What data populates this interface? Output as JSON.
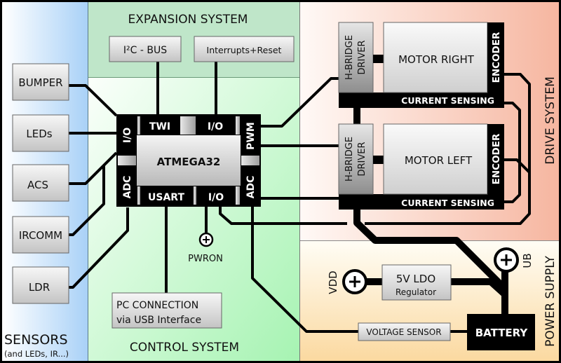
{
  "title": "RP6 Robot System Block Diagram",
  "regions": {
    "sensors": {
      "title": "SENSORS",
      "subtitle": "(and LEDs, IR...)",
      "color_from": "#ffffff",
      "color_to": "#a9d1f7"
    },
    "expansion": {
      "title": "EXPANSION SYSTEM",
      "color": "#bfe6c9"
    },
    "control": {
      "title": "CONTROL SYSTEM",
      "color_from": "#f8fff8",
      "color_to": "#a8f4b4"
    },
    "drive": {
      "title": "DRIVE SYSTEM",
      "color_from": "#fffaf6",
      "color_to": "#f7b9a3"
    },
    "power": {
      "title": "POWER SUPPLY",
      "color_from": "#fffdf4",
      "color_to": "#fbdca4"
    }
  },
  "sensors": [
    "BUMPER",
    "LEDs",
    "ACS",
    "IRCOMM",
    "LDR"
  ],
  "expansion_boxes": {
    "i2c": "I²C - BUS",
    "interrupts": "Interrupts+Reset"
  },
  "mcu": {
    "name": "ATMEGA32",
    "ports": {
      "twi": "TWI",
      "io_top": "I/O",
      "pwm": "PWM",
      "adc_right": "ADC",
      "io_bottom": "I/O",
      "usart": "USART",
      "io_left": "I/O",
      "adc_left": "ADC"
    }
  },
  "control": {
    "pwron": "PWRON",
    "pc_line1": "PC CONNECTION",
    "pc_line2": "via USB Interface"
  },
  "drive": {
    "hbridge_line1": "H-BRIDGE",
    "hbridge_line2": "DRIVER",
    "motor_right": "MOTOR RIGHT",
    "motor_left": "MOTOR LEFT",
    "encoder": "ENCODER",
    "current_sensing": "CURRENT SENSING"
  },
  "power": {
    "vdd": "VDD",
    "ub": "UB",
    "ldo_line1": "5V LDO",
    "ldo_line2": "Regulator",
    "voltage_sensor": "VOLTAGE SENSOR",
    "battery": "BATTERY",
    "plus_symbol": "+"
  }
}
